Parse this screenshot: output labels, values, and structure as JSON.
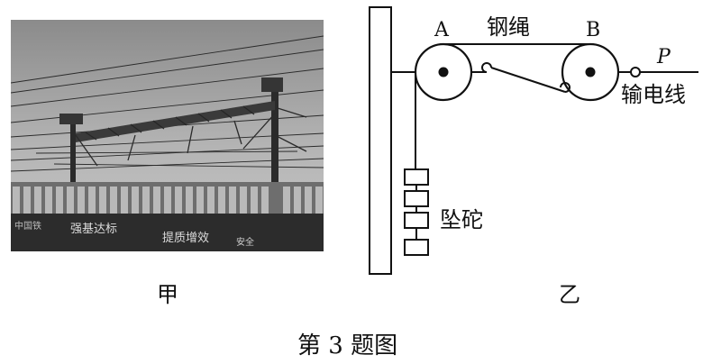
{
  "figure": {
    "caption": "第 3 题图",
    "photo": {
      "panel_label": "甲",
      "banner_texts": [
        "强基达标",
        "提质增效",
        "安全",
        "中国铁"
      ]
    },
    "diagram": {
      "panel_label": "乙",
      "pulley_a_label": "A",
      "pulley_b_label": "B",
      "rope_label": "钢绳",
      "point_label": "P",
      "wire_label": "输电线",
      "weight_label": "坠砣"
    }
  }
}
